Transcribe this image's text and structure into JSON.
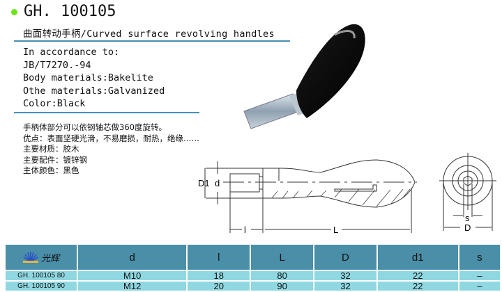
{
  "header": {
    "code": "GH. 100105",
    "subtitle": "曲面转动手柄/Curved surface revolving handles"
  },
  "specs": [
    "In accordance to:",
    "JB/T7270.-94",
    "Body materials:Bakelite",
    "Othe materials:Galvanized",
    "Color:Black"
  ],
  "notes": [
    "手柄体部分可以依钢轴芯做360度旋转。",
    "优点：表面坚硬光滑，不易磨损，耐热，绝缘……",
    "主要材质：胶木",
    "主要配件：镀锌钢",
    "主体颜色：黑色"
  ],
  "drawing": {
    "labels": {
      "D1": "D1",
      "d": "d",
      "l": "l",
      "L": "L",
      "s": "s",
      "D": "D"
    }
  },
  "table": {
    "brand": "光辉",
    "headers": [
      "d",
      "l",
      "L",
      "D",
      "d1",
      "s"
    ],
    "rows": [
      {
        "model": "GH. 100105 80",
        "values": [
          "M10",
          "18",
          "80",
          "32",
          "22",
          "–"
        ]
      },
      {
        "model": "GH. 100105 90",
        "values": [
          "M12",
          "20",
          "90",
          "32",
          "22",
          "–"
        ]
      }
    ]
  },
  "colors": {
    "accent_dot": "#6fe21e",
    "rule": "#4a8fb4",
    "table_header": "#4a8ea8",
    "table_row": "#8fd8e2"
  }
}
